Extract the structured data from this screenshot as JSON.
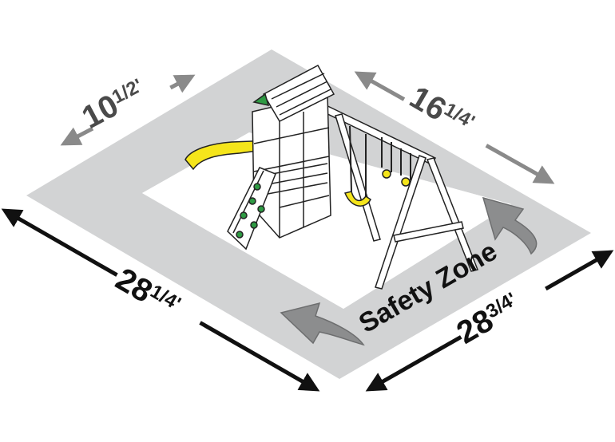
{
  "labels": {
    "back_left_whole": "10",
    "back_left_frac": "1/2'",
    "back_right_whole": "16",
    "back_right_frac": "1/4'",
    "front_left_whole": "28",
    "front_left_frac": "1/4'",
    "front_right_whole": "28",
    "front_right_frac": "3/4'",
    "safety_zone": "Safety Zone"
  },
  "colors": {
    "zone_fill": "#d2d3d4",
    "zone_arrow": "#8c8d8e",
    "slide": "#f5e51b",
    "swing_seat": "#f5e51b",
    "rock_hold": "#2e9a43",
    "dark_arrow": "#111111",
    "light_arrow": "#8a8a8a"
  },
  "icons": {
    "playset": "playset-illustration",
    "safety_arrow": "curved-arrow-icon"
  }
}
